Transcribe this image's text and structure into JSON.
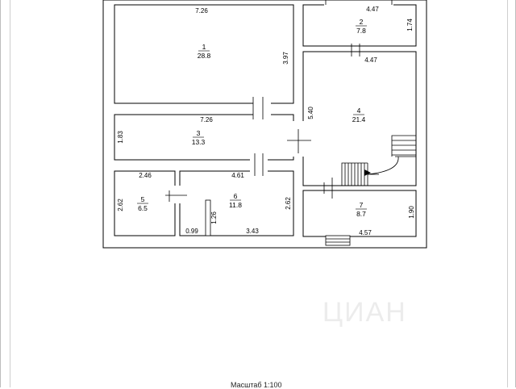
{
  "rooms": [
    {
      "num": "1",
      "area": "28.8"
    },
    {
      "num": "2",
      "area": "7.8"
    },
    {
      "num": "3",
      "area": "13.3"
    },
    {
      "num": "4",
      "area": "21.4"
    },
    {
      "num": "5",
      "area": "6.5"
    },
    {
      "num": "6",
      "area": "11.8"
    },
    {
      "num": "7",
      "area": "8.7"
    }
  ],
  "dimensions": {
    "r1_width": "7.26",
    "r1_height": "3.97",
    "r2_width": "4.47",
    "r2_height": "1.74",
    "r4_width": "4.47",
    "r4_height": "5.40",
    "r3_width": "7.26",
    "r3_height": "1.83",
    "r5_width": "2.46",
    "r5_height": "2.62",
    "r6_width": "4.61",
    "r6_height": "2.62",
    "r6_nook_height": "1.26",
    "r6_nook_width": "0.99",
    "r6_bottom_width": "3.43",
    "r7_height": "1.90",
    "r7_width": "4.57"
  },
  "scale": "Масштаб 1:100",
  "watermark": "ЦИАН"
}
